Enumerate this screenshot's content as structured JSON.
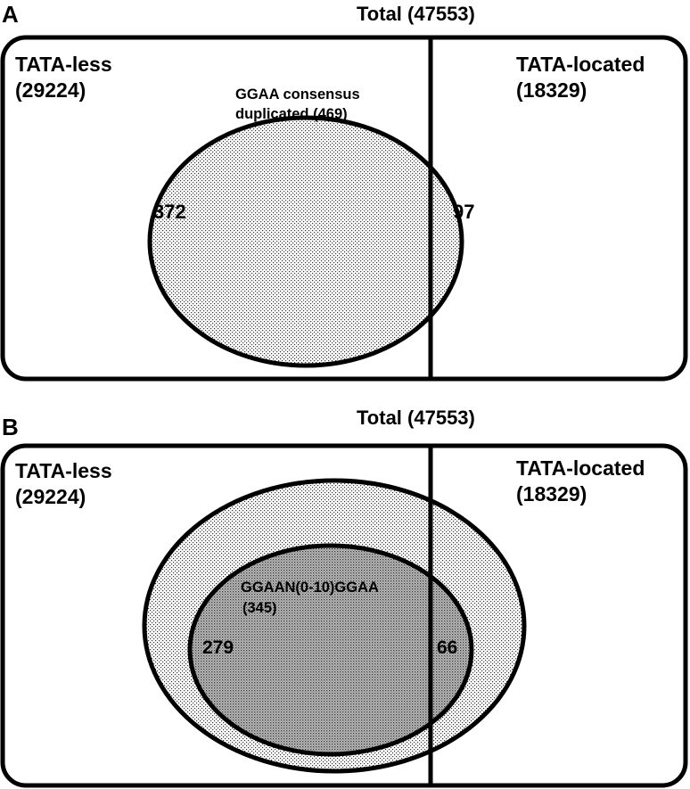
{
  "colors": {
    "stroke": "#000000",
    "background": "#ffffff",
    "light_stipple": "#e6e6e6",
    "dark_stipple": "#b5b5b5"
  },
  "panel_a": {
    "letter": "A",
    "total": "Total (47553)",
    "tata_less": {
      "name": "TATA-less",
      "count": "(29224)"
    },
    "tata_located": {
      "name": "TATA-located",
      "count": "(18329)"
    },
    "motif": {
      "line1": "GGAA consensus",
      "line2": "duplicated (469)"
    },
    "left_count": "372",
    "right_count": "97"
  },
  "panel_b": {
    "letter": "B",
    "total": "Total (47553)",
    "tata_less": {
      "name": "TATA-less",
      "count": "(29224)"
    },
    "tata_located": {
      "name": "TATA-located",
      "count": "(18329)"
    },
    "motif": {
      "line1": "GGAAN(0-10)GGAA",
      "line2": "(345)"
    },
    "left_count": "279",
    "right_count": "66"
  }
}
